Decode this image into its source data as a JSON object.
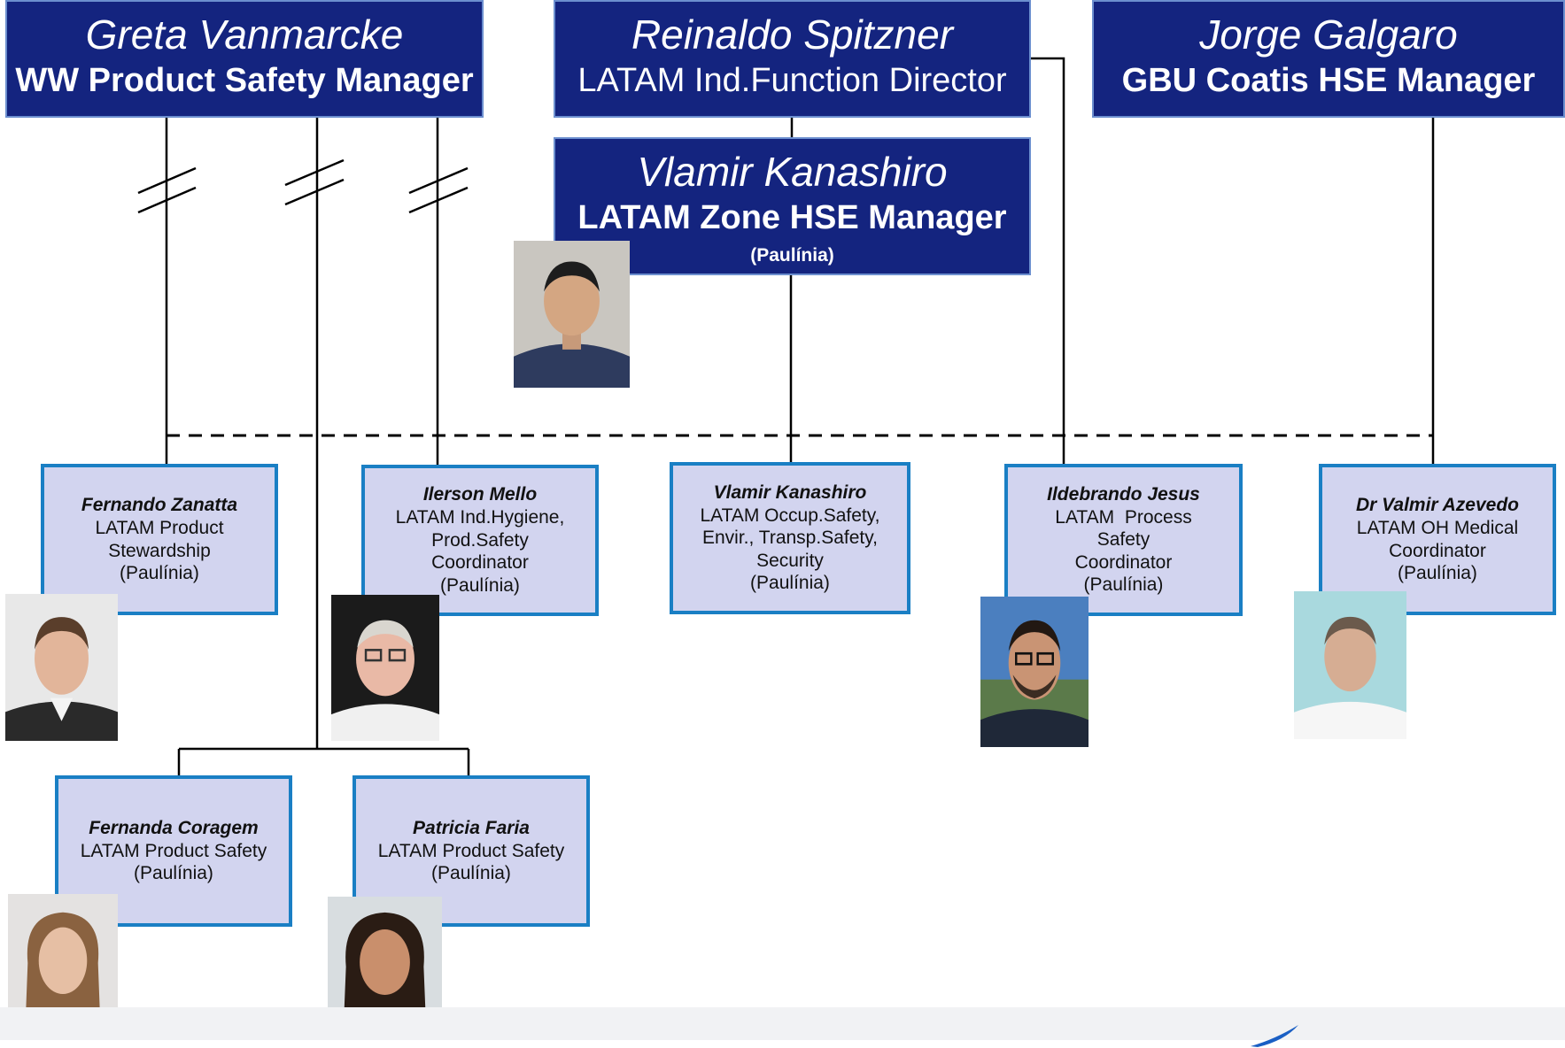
{
  "managers": [
    {
      "name": "Greta Vanmarcke",
      "role": "WW Product Safety Manager"
    },
    {
      "name": "Reinaldo Spitzner",
      "role": "LATAM Ind.Function Director"
    },
    {
      "name": "Jorge Galgaro",
      "role": "GBU Coatis HSE Manager"
    }
  ],
  "zone_manager": {
    "name": "Vlamir Kanashiro",
    "role": "LATAM Zone HSE Manager",
    "location": "(Paulínia)"
  },
  "employees": [
    {
      "name": "Fernando Zanatta",
      "lines": [
        "LATAM Product",
        "Stewardship",
        "(Paulínia)"
      ]
    },
    {
      "name": "Ilerson Mello",
      "lines": [
        "LATAM Ind.Hygiene,",
        "Prod.Safety",
        "Coordinator",
        "(Paulínia)"
      ]
    },
    {
      "name": "Vlamir Kanashiro",
      "lines": [
        "LATAM Occup.Safety,",
        "Envir., Transp.Safety,",
        "Security",
        "(Paulínia)"
      ]
    },
    {
      "name": "Ildebrando Jesus",
      "lines": [
        "LATAM  Process",
        "Safety",
        "Coordinator",
        "(Paulínia)"
      ]
    },
    {
      "name": "Dr Valmir Azevedo",
      "lines": [
        "LATAM OH Medical",
        "Coordinator",
        "(Paulínia)"
      ]
    },
    {
      "name": "Fernanda Coragem",
      "lines": [
        "LATAM Product Safety",
        "(Paulínia)"
      ]
    },
    {
      "name": "Patricia Faria",
      "lines": [
        "LATAM Product Safety",
        "(Paulínia)"
      ]
    }
  ],
  "colors": {
    "manager_fill": "#14247f",
    "employee_fill": "#d2d4ef",
    "employee_border": "#1a7fc4",
    "line": "#000000"
  }
}
